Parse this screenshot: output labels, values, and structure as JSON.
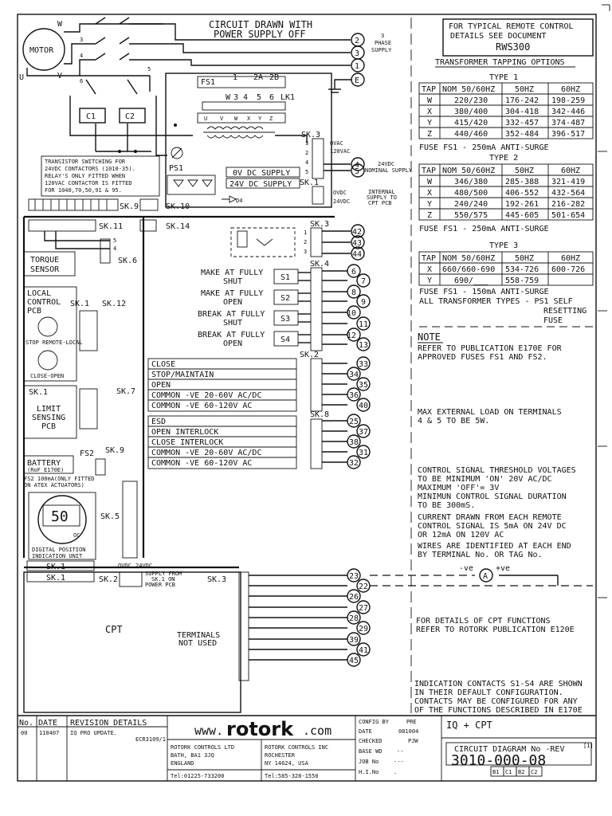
{
  "header": {
    "title_line1": "CIRCUIT DRAWN WITH",
    "title_line2": "POWER SUPPLY OFF",
    "phase_supply_1": "3",
    "phase_supply_2": "PHASE",
    "phase_supply_3": "SUPPLY",
    "rws_line1": "FOR TYPICAL REMOTE CONTROL",
    "rws_line2": "DETAILS SEE DOCUMENT",
    "rws_doc": "RWS300"
  },
  "motor": {
    "label": "MOTOR",
    "phases": [
      "W",
      "U",
      "V"
    ]
  },
  "supply_terminals": [
    "2",
    "3",
    "1",
    "E"
  ],
  "contactors": [
    "C1",
    "C2"
  ],
  "fuse_block": {
    "labels": [
      "FS1",
      "1",
      "2A",
      "2B"
    ],
    "lk": "LK1",
    "taps": [
      "W",
      "3",
      "4",
      "5",
      "6"
    ]
  },
  "transformer_row": [
    "U",
    "V",
    "W",
    "X",
    "Y",
    "Z"
  ],
  "transistor_note": [
    "TRANSISTOR SWITCHING FOR",
    "24VDC CONTACTORS (1010-35).",
    "RELAY'S ONLY FITTED WHEN",
    "120VAC CONTACTOR IS FITTED",
    "FOR 1040,70,50,91 & 95."
  ],
  "ps1": "PS1",
  "supplies": {
    "dc0": "0V DC SUPPLY",
    "dc24": "24V DC SUPPLY",
    "ovac": "OVAC",
    "v120": "120VAC",
    "ovdc": "OVDC",
    "v24dc": "24VDC",
    "internal_1": "INTERNAL",
    "internal_2": "SUPPLY TO",
    "internal_3": "CPT PCB",
    "nominal_1": "24VDC",
    "nominal_2": "NOMINAL SUPPLY"
  },
  "supply_terminal_nums": [
    "4",
    "5"
  ],
  "socket_labels": {
    "sk3_top": "SK.3",
    "sk1_top": "SK.1",
    "sk9": "SK.9",
    "sk10": "SK.10",
    "sk11": "SK.11",
    "sk14": "SK.14",
    "sk3b": "SK.3",
    "sk4": "SK.4",
    "sk6": "SK.6",
    "sk1_local": "SK.1",
    "sk12": "SK.12",
    "sk2": "SK.2",
    "sk1_limit": "SK.1",
    "sk7": "SK.7",
    "sk8": "SK.8",
    "sk9b": "SK.9",
    "sk5": "SK.5",
    "sk1a": "SK.1",
    "sk1b": "SK.1",
    "sk2b": "SK.2",
    "sk3c": "SK.3"
  },
  "left_blocks": {
    "torque_1": "TORQUE",
    "torque_2": "SENSOR",
    "local_1": "LOCAL",
    "local_2": "CONTROL",
    "local_3": "PCB",
    "stop_remote_local": "STOP REMOTE-LOCAL",
    "close_open": "CLOSE-OPEN",
    "limit_1": "LIMIT",
    "limit_2": "SENSING",
    "limit_3": "PCB",
    "battery": "BATTERY",
    "battery_ref": "(RoF E170E)",
    "fs2_note_1": "FS2 100mA(ONLY FITTED",
    "fs2_note_2": "ON ATEX ACTUATORS)",
    "fs2": "FS2",
    "display_value": "50",
    "display_oc": "OC",
    "dpi_1": "DIGITAL POSITION",
    "dpi_2": "INDICATION UNIT"
  },
  "top_terminals": [
    "42",
    "43",
    "44"
  ],
  "switches": [
    {
      "text1": "MAKE AT FULLY",
      "text2": "SHUT",
      "name": "S1",
      "terminals": [
        "6",
        "7"
      ]
    },
    {
      "text1": "MAKE AT FULLY",
      "text2": "OPEN",
      "name": "S2",
      "terminals": [
        "8",
        "9"
      ]
    },
    {
      "text1": "BREAK AT FULLY",
      "text2": "SHUT",
      "name": "S3",
      "terminals": [
        "10",
        "11"
      ]
    },
    {
      "text1": "BREAK AT FULLY",
      "text2": "OPEN",
      "name": "S4",
      "terminals": [
        "12",
        "13"
      ]
    }
  ],
  "control_group1": [
    {
      "label": "CLOSE",
      "terminal": "33"
    },
    {
      "label": "STOP/MAINTAIN",
      "terminal": "34"
    },
    {
      "label": "OPEN",
      "terminal": "35"
    },
    {
      "label": "COMMON -VE 20-60V AC/DC",
      "terminal": "36"
    },
    {
      "label": "COMMON -VE 60-120V AC",
      "terminal": "40"
    }
  ],
  "control_group2": [
    {
      "label": "ESD",
      "terminal": "25"
    },
    {
      "label": "OPEN INTERLOCK",
      "terminal": "37"
    },
    {
      "label": "CLOSE INTERLOCK",
      "terminal": "38"
    },
    {
      "label": "COMMON -VE 20-60V AC/DC",
      "terminal": "31"
    },
    {
      "label": "COMMON -VE 60-120V AC",
      "terminal": "32"
    }
  ],
  "cpt": {
    "label": "CPT",
    "supply_1": "SUPPLY FROM",
    "supply_2": "SK.1 ON",
    "supply_3": "POWER PCB",
    "ovdc": "OVDC",
    "v24dc": "24VDC",
    "terminals_not_used_1": "TERMINALS",
    "terminals_not_used_2": "NOT USED",
    "terminals": [
      "23",
      "22",
      "26",
      "27",
      "28",
      "29",
      "39",
      "41",
      "45"
    ],
    "neg": "-ve",
    "meter": "A",
    "pos": "+ve"
  },
  "transformer_title": "TRANSFORMER TAPPING OPTIONS",
  "tables": [
    {
      "type": "TYPE 1",
      "headers": [
        "TAP",
        "NOM 50/60HZ",
        "50HZ",
        "60HZ"
      ],
      "rows": [
        [
          "W",
          "220/230",
          "176-242",
          "198-259"
        ],
        [
          "X",
          "380/400",
          "304-418",
          "342-446"
        ],
        [
          "Y",
          "415/420",
          "332-457",
          "374-487"
        ],
        [
          "Z",
          "440/460",
          "352-484",
          "396-517"
        ]
      ],
      "fuse": "FUSE FS1 - 250mA ANTI-SURGE"
    },
    {
      "type": "TYPE 2",
      "headers": [
        "TAP",
        "NOM 50/60HZ",
        "50HZ",
        "60HZ"
      ],
      "rows": [
        [
          "W",
          "346/380",
          "285-388",
          "321-419"
        ],
        [
          "X",
          "480/500",
          "406-552",
          "432-564"
        ],
        [
          "Y",
          "240/240",
          "192-261",
          "216-282"
        ],
        [
          "Z",
          "550/575",
          "445-605",
          "501-654"
        ]
      ],
      "fuse": "FUSE FS1 - 250mA ANTI-SURGE"
    },
    {
      "type": "TYPE 3",
      "headers": [
        "TAP",
        "NOM 50/60HZ",
        "50HZ",
        "60HZ"
      ],
      "rows": [
        [
          "X",
          "660/660-690",
          "534-726",
          "600-726"
        ],
        [
          "Y",
          "690/___",
          "558-759",
          ""
        ]
      ],
      "fuse": "FUSE FS1 - 150mA ANTI-SURGE"
    }
  ],
  "ps1_note_1": "ALL TRANSFORMER TYPES - PS1 SELF",
  "ps1_note_2": "RESETTING",
  "ps1_note_3": "FUSE",
  "notes": {
    "heading": "NOTE",
    "n1_1": "REFER TO PUBLICATION E170E FOR",
    "n1_2": "APPROVED FUSES FS1 AND FS2.",
    "n2_1": "MAX EXTERNAL LOAD ON TERMINALS",
    "n2_2": "4 & 5 TO BE 5W.",
    "n3_1": "CONTROL SIGNAL THRESHOLD VOLTAGES",
    "n3_2": "TO BE MINIMUM 'ON' 20V AC/DC",
    "n3_3": "MAXIMUM 'OFF'= 3V",
    "n3_4": "MINIMUN CONTROL SIGNAL DURATION",
    "n3_5": "TO BE 300mS.",
    "n4_1": "CURRENT DRAWN FROM EACH REMOTE",
    "n4_2": "CONTROL SIGNAL IS 5mA ON 24V DC",
    "n4_3": "OR 12mA ON 120V AC",
    "n5_1": "WIRES ARE IDENTIFIED AT EACH END",
    "n5_2": "BY TERMINAL No. OR TAG No.",
    "n6_1": "FOR DETAILS OF CPT FUNCTIONS",
    "n6_2": "REFER TO ROTORK PUBLICATION E120E",
    "n7_1": "INDICATION CONTACTS S1-S4 ARE SHOWN",
    "n7_2": "IN THEIR DEFAULT CONFIGURATION.",
    "n7_3": "CONTACTS MAY BE CONFIGURED FOR ANY",
    "n7_4": "OF THE FUNCTIONS DESCRIBED IN E170E"
  },
  "title_block": {
    "no_h": "No.",
    "date_h": "DATE",
    "rev_h": "REVISION DETAILS",
    "rev_no": "00",
    "rev_date": "110407",
    "rev_detail": "IQ PRO UPDATE.",
    "rev_code": "ECR3109/1",
    "www": "www.",
    "brand": "rotork",
    "com": ".com",
    "uk_1": "ROTORK CONTROLS LTD",
    "uk_2": "BATH, BA1 3JQ",
    "uk_3": "ENGLAND",
    "uk_4": "Tel:01225-733200",
    "us_1": "ROTORK CONTROLS INC",
    "us_2": "ROCHESTER",
    "us_3": "NY 14624, USA",
    "us_4": "Tel:585-328-1550",
    "config": "CONFIG BY",
    "config_v": "PRE",
    "date": "DATE",
    "date_v": "081004",
    "checked": "CHECKED",
    "checked_v": "PJW",
    "base": "BASE WD",
    "base_v": "--",
    "job": "JOB No",
    "job_v": "---",
    "hi": "H.I.No",
    "hi_v": ".",
    "product": "IQ + CPT",
    "cd_label": "CIRCUIT DIAGRAM No -REV",
    "cd_number": "3010-000-08",
    "cd_ref": "[1]",
    "sub_codes": [
      "B1",
      "C1",
      "B2",
      "C2"
    ]
  }
}
